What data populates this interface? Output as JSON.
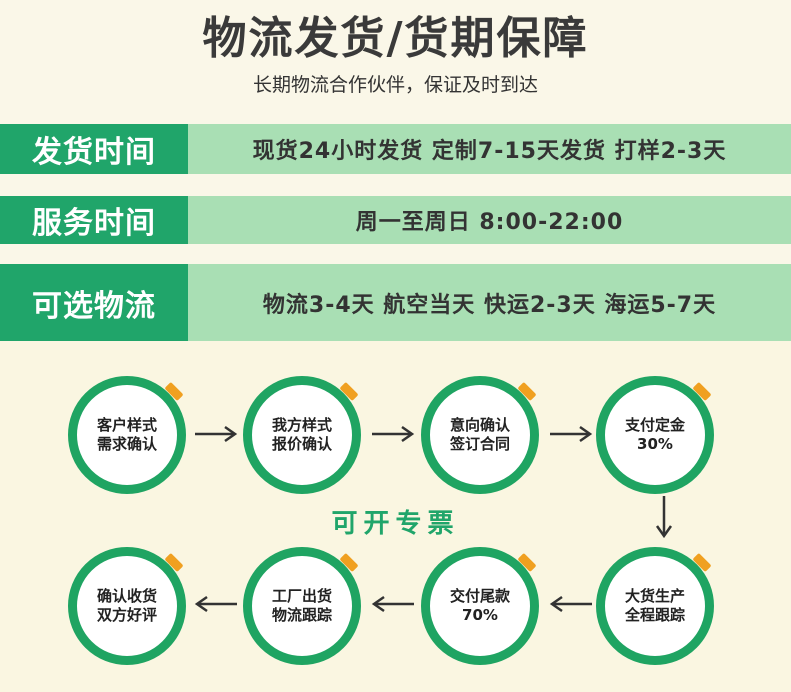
{
  "header": {
    "title": "物流发货/货期保障",
    "subtitle": "长期物流合作伙伴，保证及时到达"
  },
  "rows": [
    {
      "label": "发货时间",
      "value": "现货24小时发货   定制7-15天发货   打样2-3天"
    },
    {
      "label": "服务时间",
      "value": "周一至周日   8:00-22:00"
    },
    {
      "label": "可选物流",
      "value": "物流3-4天   航空当天   快运2-3天   海运5-7天"
    }
  ],
  "process": {
    "steps": [
      "客户样式\n需求确认",
      "我方样式\n报价确认",
      "意向确认\n签订合同",
      "支付定金\n30%",
      "大货生产\n全程跟踪",
      "交付尾款\n70%",
      "工厂出货\n物流跟踪",
      "确认收货\n双方好评"
    ],
    "invoice_label": "可开专票"
  },
  "colors": {
    "accent_green": "#20a56a",
    "light_green": "#a9dfb4",
    "orange": "#f0a020",
    "background": "#faf6e1"
  }
}
